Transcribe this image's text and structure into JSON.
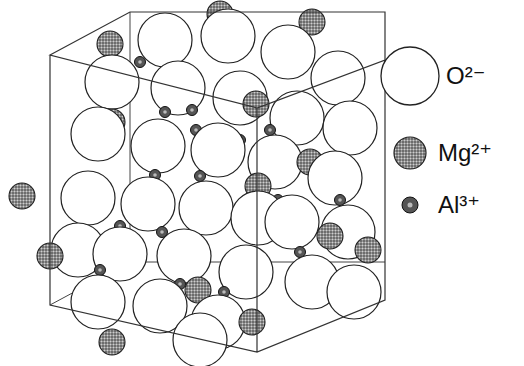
{
  "diagram": {
    "legend": [
      {
        "text": "O²⁻"
      },
      {
        "text": "Mg²⁺"
      },
      {
        "text": "Al³⁺"
      }
    ]
  }
}
